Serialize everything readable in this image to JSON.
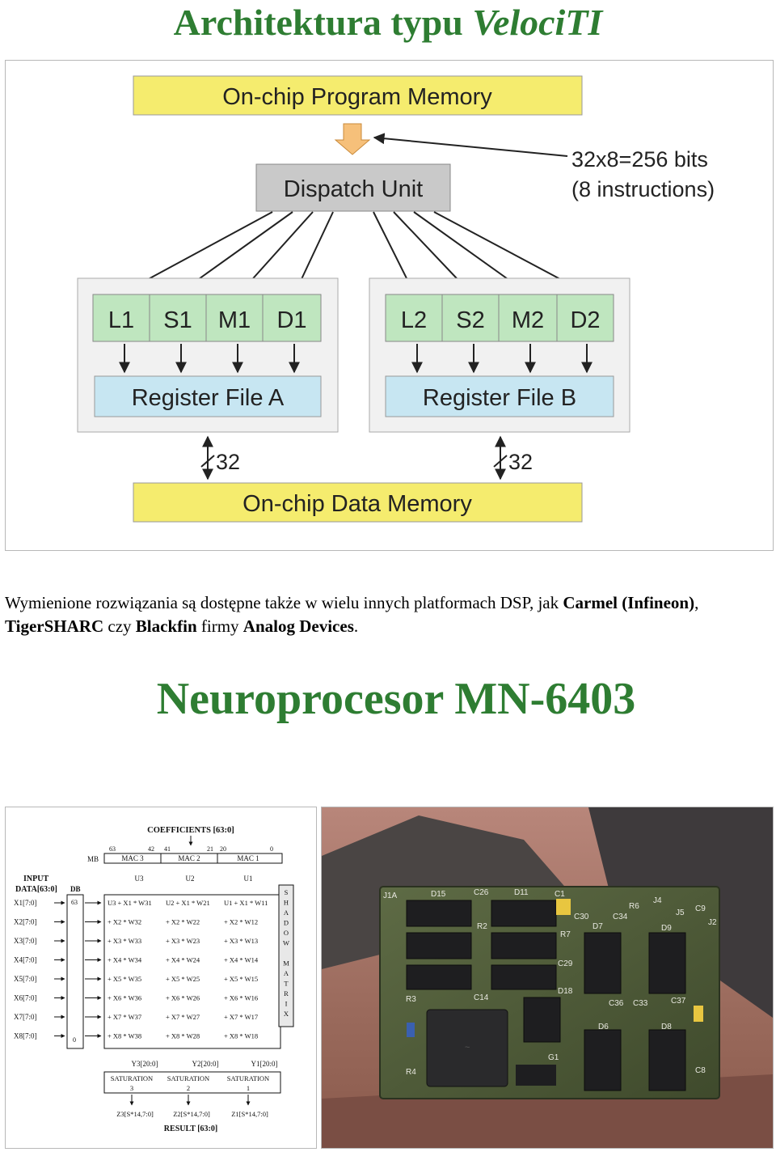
{
  "title_top": {
    "part1": "Architektura typu ",
    "part2": "VelociTI"
  },
  "architecture": {
    "program_memory": "On-chip Program Memory",
    "dispatch_unit": "Dispatch Unit",
    "fetch_note_line1": "32x8=256 bits",
    "fetch_note_line2": "(8 instructions)",
    "units_a": [
      "L1",
      "S1",
      "M1",
      "D1"
    ],
    "units_b": [
      "L2",
      "S2",
      "M2",
      "D2"
    ],
    "register_file_a": "Register File A",
    "register_file_b": "Register File B",
    "bus_width_a": "32",
    "bus_width_b": "32",
    "data_memory": "On-chip Data Memory",
    "colors": {
      "memory_fill": "#f5ec6e",
      "dispatch_fill": "#c9c9c9",
      "unit_fill": "#bfe6bf",
      "regfile_fill": "#c7e6f2",
      "panel_fill": "#f1f1f1",
      "fetch_arrow": "#f6c07a"
    }
  },
  "paragraph": {
    "t1": "Wymienione rozwiązania są dostępne także w wielu innych platformach DSP, jak ",
    "b1": "Carmel (Infineon)",
    "t2": ", ",
    "b2": "TigerSHARC",
    "t3": " czy ",
    "b3": "Blackfin",
    "t4": " firmy ",
    "b4": "Analog Devices",
    "t5": "."
  },
  "title_bottom": "Neuroprocesor MN-6403",
  "mn_diagram": {
    "coefficients": "COEFFICIENTS [63:0]",
    "bit_labels": [
      "63",
      "42",
      "41",
      "21",
      "20",
      "0"
    ],
    "mb": "MB",
    "macs": [
      "MAC 3",
      "MAC 2",
      "MAC 1"
    ],
    "input_label_line1": "INPUT",
    "input_label_line2": "DATA[63:0]",
    "db": "DB",
    "db_top": "63",
    "db_bottom": "0",
    "units": [
      "U3",
      "U2",
      "U1"
    ],
    "x_inputs": [
      "X1[7:0]",
      "X2[7:0]",
      "X3[7:0]",
      "X4[7:0]",
      "X5[7:0]",
      "X6[7:0]",
      "X7[7:0]",
      "X8[7:0]"
    ],
    "col3": [
      "U3 + X1 * W31",
      "+ X2 * W32",
      "+ X3 * W33",
      "+ X4 * W34",
      "+ X5 * W35",
      "+ X6 * W36",
      "+ X7 * W37",
      "+ X8 * W38"
    ],
    "col2": [
      "U2 + X1 * W21",
      "+ X2 * W22",
      "+ X3 * W23",
      "+ X4 * W24",
      "+ X5 * W25",
      "+ X6 * W26",
      "+ X7 * W27",
      "+ X8 * W28"
    ],
    "col1": [
      "U1 + X1 * W11",
      "+ X2 * W12",
      "+ X3 * W13",
      "+ X4 * W14",
      "+ X5 * W15",
      "+ X6 * W16",
      "+ X7 * W17",
      "+ X8 * W18"
    ],
    "shadow_matrix": [
      "S",
      "H",
      "A",
      "D",
      "O",
      "W",
      "",
      "M",
      "A",
      "T",
      "R",
      "I",
      "X"
    ],
    "y_outputs": [
      "Y3[20:0]",
      "Y2[20:0]",
      "Y1[20:0]"
    ],
    "saturation": "SATURATION",
    "sat_numbers": [
      "3",
      "2",
      "1"
    ],
    "z_outputs": [
      "Z3[S*14,7:0]",
      "Z2[S*14,7:0]",
      "Z1[S*14,7:0]"
    ],
    "result": "RESULT [63:0]"
  },
  "photo_labels": {
    "j1a": "J1A",
    "d15": "D15",
    "c26": "C26",
    "d11": "D11",
    "c1": "C1",
    "r6": "R6",
    "j4": "J4",
    "j5": "J5",
    "c9": "C9",
    "j2": "J2",
    "c30": "C30",
    "c34": "C34",
    "d7": "D7",
    "d9": "D9",
    "r2": "R2",
    "r7": "R7",
    "c29": "C29",
    "r3": "R3",
    "c14": "C14",
    "d18": "D18",
    "c36": "C36",
    "c33": "C33",
    "c37": "C37",
    "d6": "D6",
    "d8": "D8",
    "g1": "G1",
    "r4": "R4",
    "c8": "C8"
  }
}
